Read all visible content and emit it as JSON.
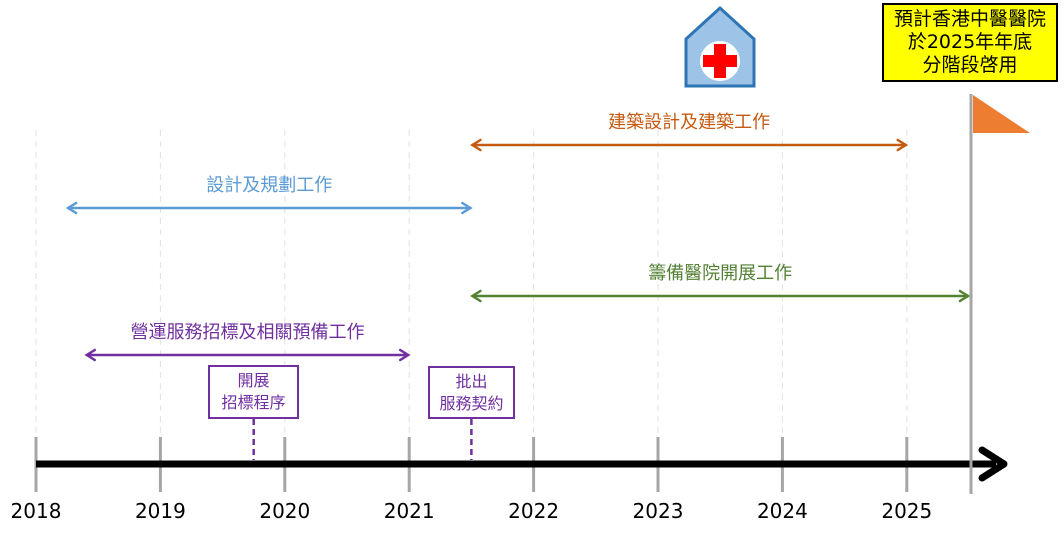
{
  "timeline": {
    "years": [
      "2018",
      "2019",
      "2020",
      "2021",
      "2022",
      "2023",
      "2024",
      "2025"
    ]
  },
  "activities": [
    {
      "id": "design-planning",
      "label": "設計及規劃工作",
      "start": 2018.25,
      "end": 2021.5,
      "color": "#5b9bd5"
    },
    {
      "id": "construction",
      "label": "建築設計及建築工作",
      "start": 2021.5,
      "end": 2025.0,
      "color": "#c55a11"
    },
    {
      "id": "preparation",
      "label": "籌備醫院開展工作",
      "start": 2021.5,
      "end": 2025.5,
      "color": "#548235"
    },
    {
      "id": "operation-tender",
      "label": "營運服務招標及相關預備工作",
      "start": 2018.4,
      "end": 2021.0,
      "color": "#7030a0"
    }
  ],
  "milestones": [
    {
      "id": "tender-process",
      "lines": [
        "開展",
        "招標程序"
      ],
      "at": 2019.75
    },
    {
      "id": "service-contract",
      "lines": [
        "批出",
        "服務契約"
      ],
      "at": 2021.5
    }
  ],
  "target": {
    "lines": [
      "預計香港中醫醫院",
      "於2025年年底",
      "分階段啓用"
    ],
    "at": 2025.5,
    "color": "#ffff00"
  },
  "icons": {
    "hospital": "hospital-icon",
    "flag": "flag-icon",
    "axis_arrow": "arrowhead-icon"
  },
  "colors": {
    "axis": "#000000",
    "tick": "#a6a6a6",
    "flag": "#ed7d31",
    "hospital_fill": "#9dc3e6",
    "hospital_stroke": "#2e75b6",
    "cross": "#ff0000"
  }
}
